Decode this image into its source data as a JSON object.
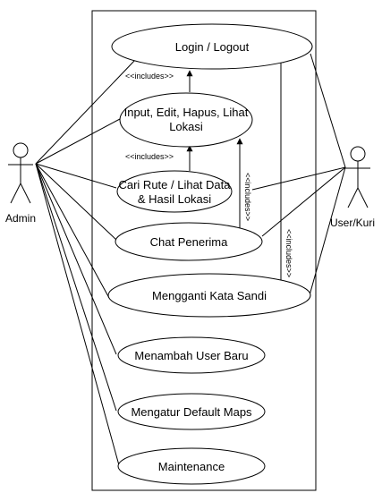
{
  "diagram": {
    "actors": {
      "admin": "Admin",
      "user": "User/Kuri"
    },
    "use_cases": {
      "login": "Login / Logout",
      "input_line1": "Input, Edit, Hapus, Lihat",
      "input_line2": "Lokasi",
      "rute_line1": "Cari Rute / Lihat Data",
      "rute_line2": "& Hasil Lokasi",
      "chat": "Chat Penerima",
      "sandi": "Mengganti Kata Sandi",
      "user_baru": "Menambah User Baru",
      "maps": "Mengatur Default Maps",
      "maintenance": "Maintenance"
    },
    "relations": {
      "inc_input_login": "<<includes>>",
      "inc_rute_input": "<<includes>>",
      "inc_chat_input": "<<includes>>",
      "inc_sandi_login": "<<includes>>"
    },
    "colors": {
      "stroke": "#000000",
      "background": "#ffffff"
    }
  }
}
